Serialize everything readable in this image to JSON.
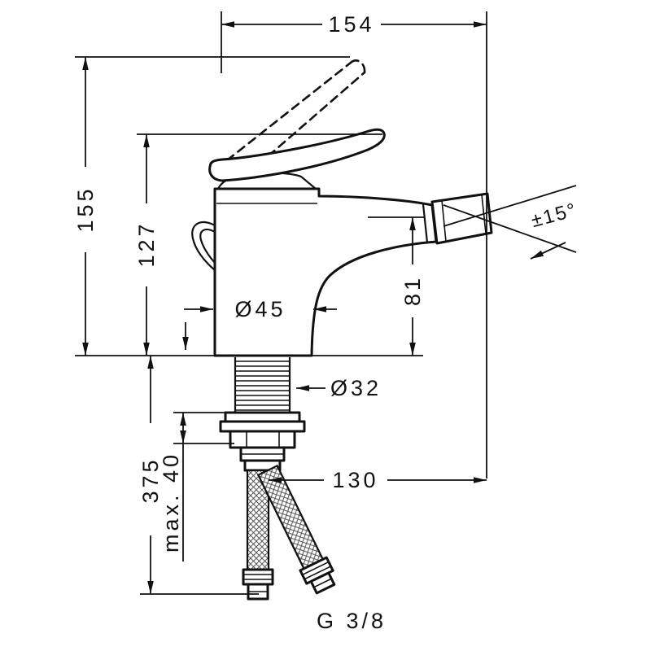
{
  "canvas": {
    "background": "#ffffff",
    "line_color": "#111111"
  },
  "drawing": {
    "type": "technical-dimension-drawing",
    "dimensions": {
      "overall_depth": "154",
      "overall_height": "155",
      "height_to_lever": "127",
      "base_diameter": "Ø45",
      "spout_outlet_height": "81",
      "outlet_tilt_angle": "±15°",
      "shank_diameter": "Ø32",
      "hose_length": "375",
      "max_deck_thickness": "max. 40",
      "hose_reach": "130",
      "connection_thread": "G 3/8"
    }
  }
}
